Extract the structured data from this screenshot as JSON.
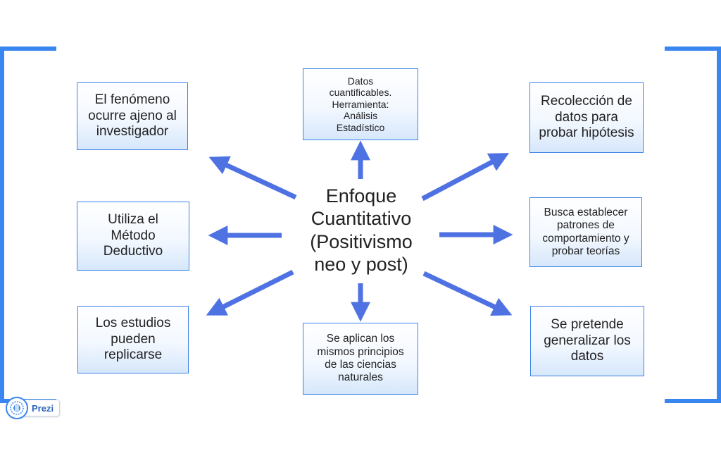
{
  "center": {
    "lines": [
      "Enfoque",
      "Cuantitativo",
      "(Positivismo",
      "neo y post)"
    ]
  },
  "boxes": {
    "top_left": [
      "El fenómeno",
      "ocurre ajeno al",
      "investigador"
    ],
    "mid_left": [
      "Utiliza el",
      "Método",
      "Deductivo"
    ],
    "bottom_left": [
      "Los estudios",
      "pueden",
      "replicarse"
    ],
    "top_center": [
      "Datos",
      "cuantificables.",
      "Herramienta:",
      "Análisis",
      "Estadístico"
    ],
    "bottom_center": [
      "Se aplican los",
      "mismos principios",
      "de las ciencias",
      "naturales"
    ],
    "top_right": [
      "Recolección de",
      "datos para",
      "probar hipótesis"
    ],
    "mid_right": [
      "Busca establecer",
      "patrones de",
      "comportamiento y",
      "probar teorías"
    ],
    "bottom_right": [
      "Se pretende",
      "generalizar los",
      "datos"
    ]
  },
  "logo": {
    "text": "Prezi"
  },
  "colors": {
    "arrow": "#4f72e3",
    "box_border": "#3b82e6",
    "bracket": "#3a86f0",
    "text": "#222222"
  }
}
